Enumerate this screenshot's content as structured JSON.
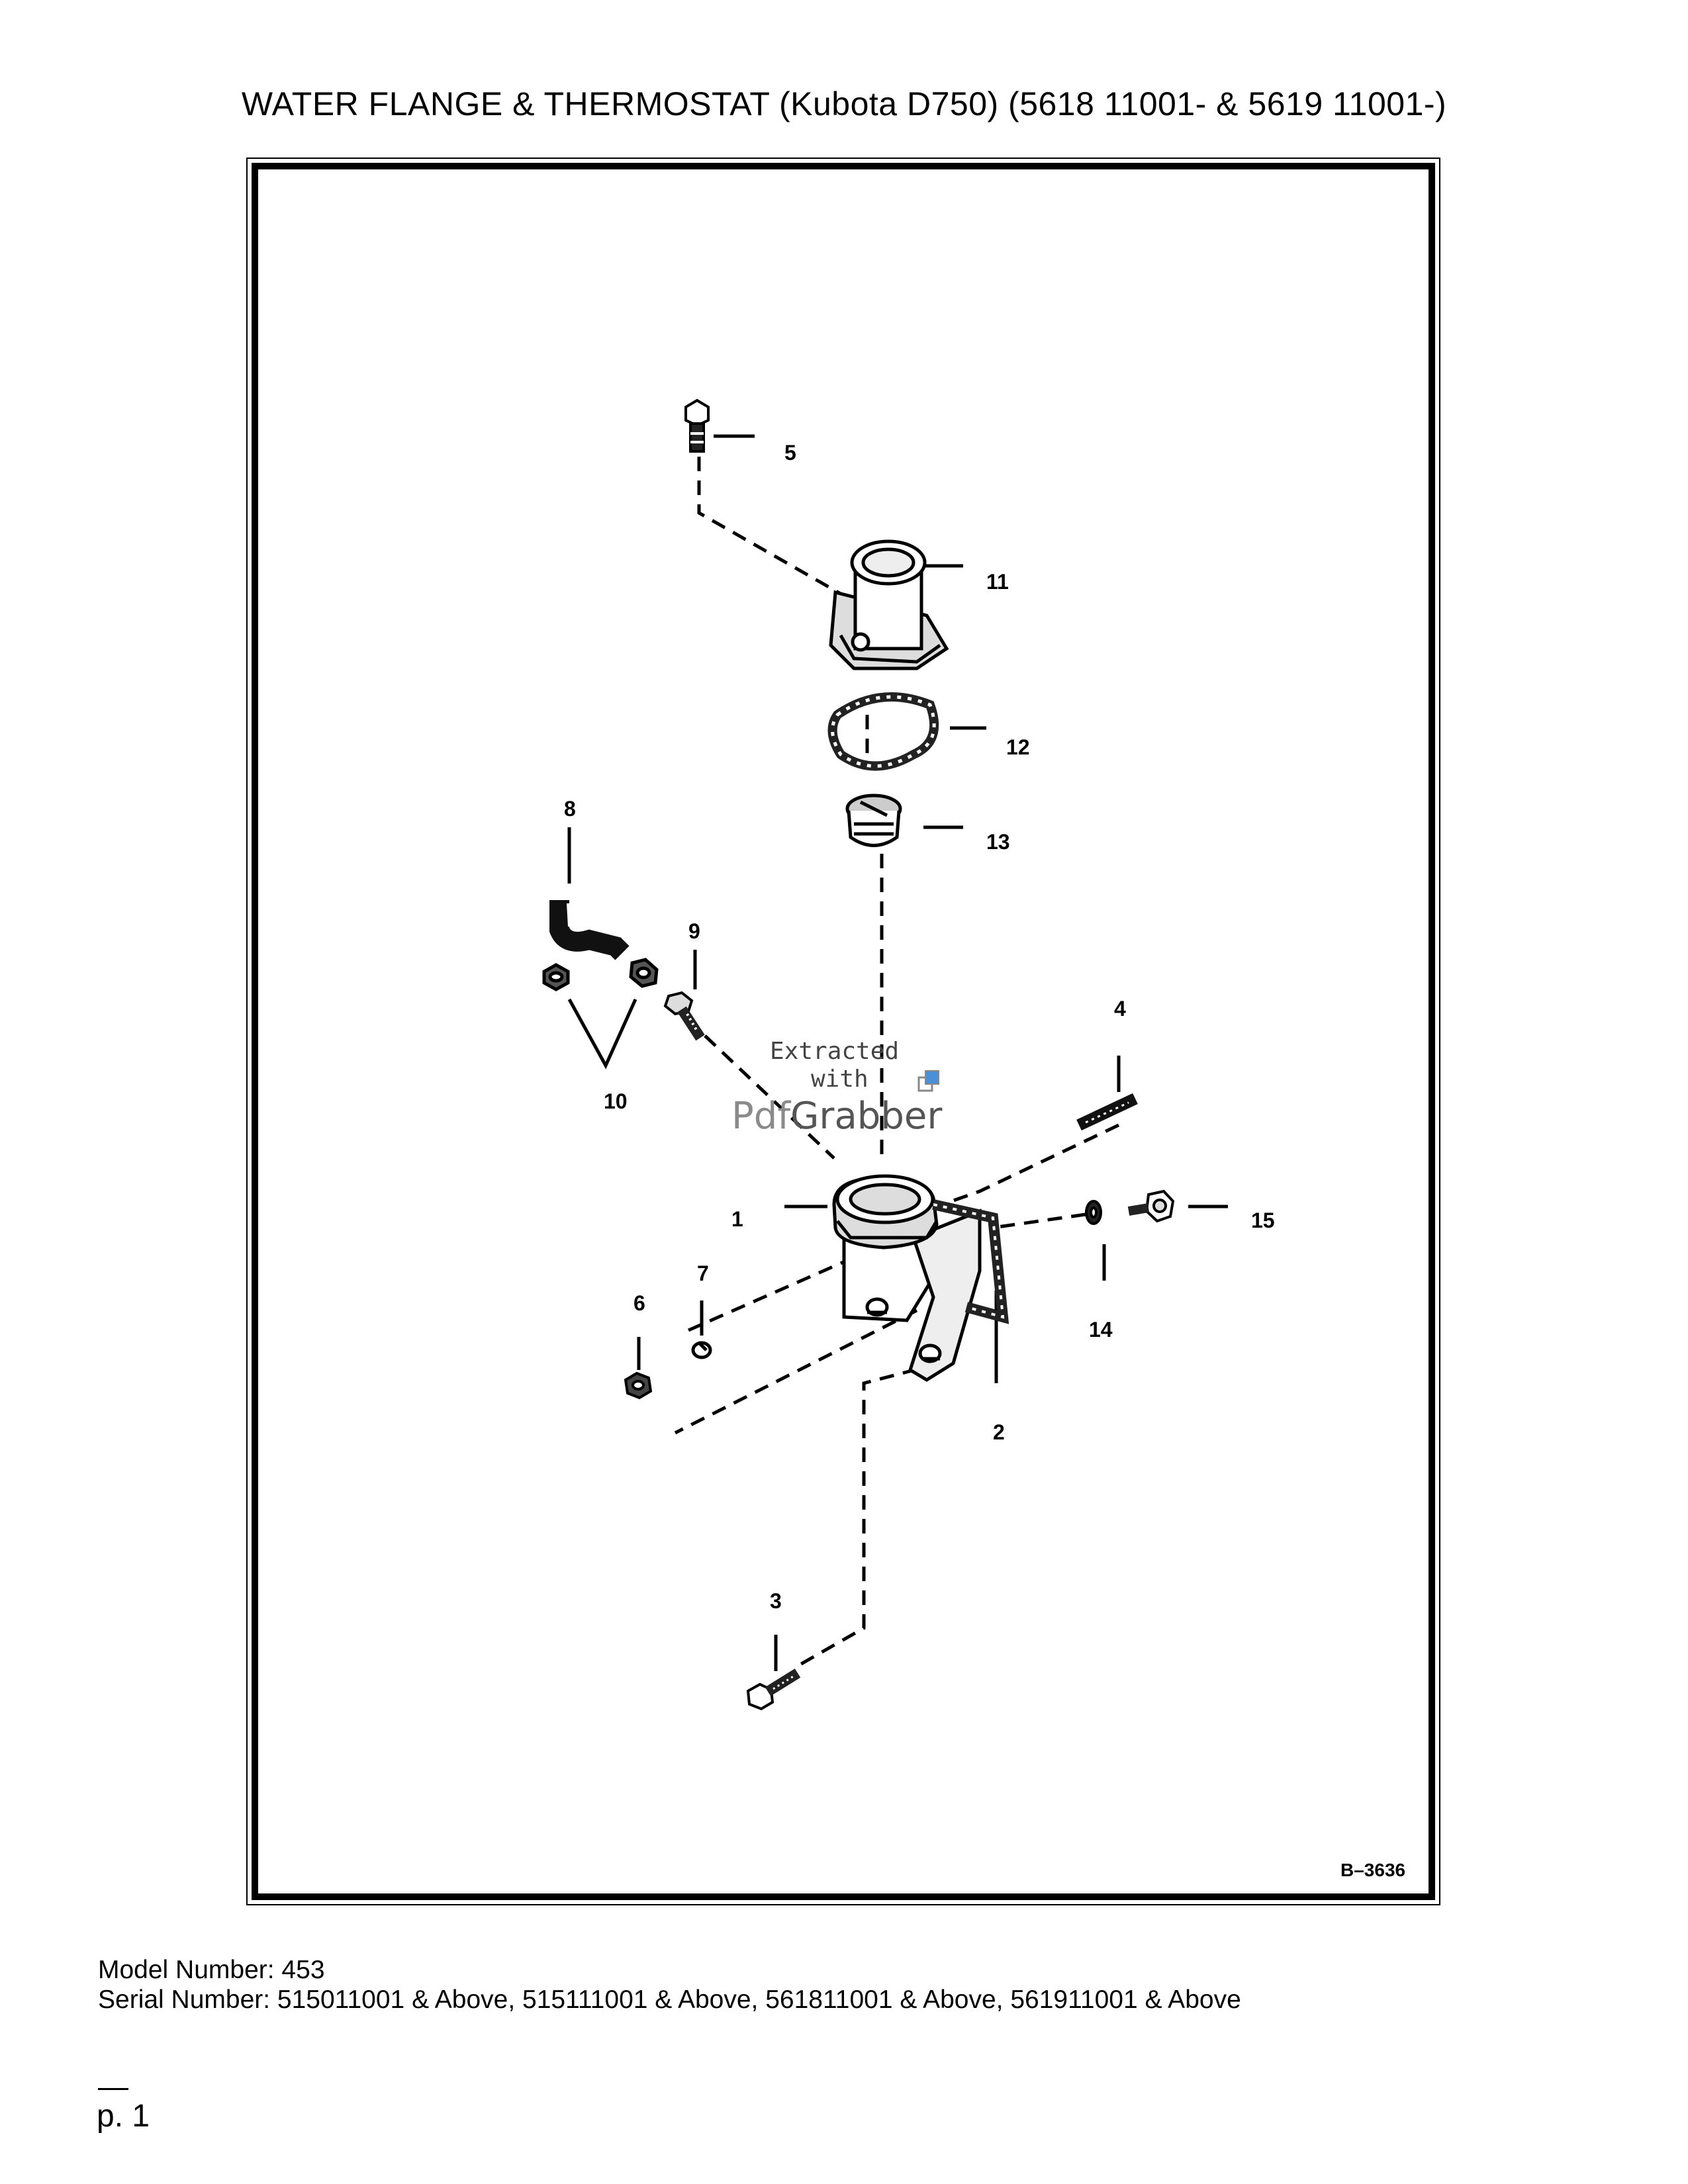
{
  "document": {
    "title": "WATER FLANGE & THERMOSTAT (Kubota D750) (5618 11001- & 5619 11001-)"
  },
  "diagram": {
    "drawing_code": "B–3636",
    "callouts": {
      "c1": "1",
      "c2": "2",
      "c3": "3",
      "c4": "4",
      "c5": "5",
      "c6": "6",
      "c7": "7",
      "c8": "8",
      "c9": "9",
      "c10": "10",
      "c11": "11",
      "c12": "12",
      "c13": "13",
      "c14": "14",
      "c15": "15"
    },
    "watermark": {
      "line1": "Extracted",
      "line2": "with",
      "brand_part1": "Pdf",
      "brand_part2": "Grabber"
    }
  },
  "footer": {
    "model_number": "Model Number: 453",
    "serial_number": "Serial Number: 515011001 & Above, 515111001 & Above, 561811001 & Above, 561911001 & Above",
    "page": "p. 1"
  }
}
